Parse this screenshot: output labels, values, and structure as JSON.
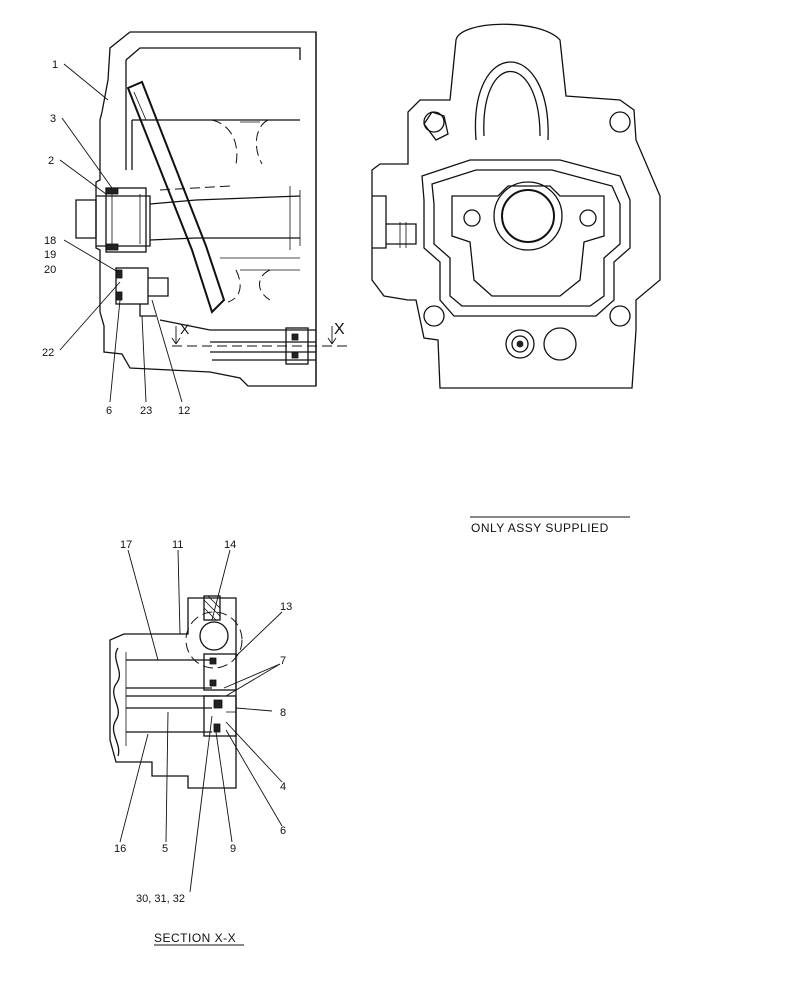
{
  "captions": {
    "only_assy": "ONLY ASSY SUPPLIED",
    "section": "SECTION  X-X"
  },
  "section_marks": {
    "left": "X",
    "right": "X"
  },
  "top_view_labels": {
    "l1": "1",
    "l3": "3",
    "l2": "2",
    "l18": "18",
    "l19": "19",
    "l20": "20",
    "l22": "22",
    "l6": "6",
    "l23": "23",
    "l12": "12"
  },
  "section_labels": {
    "l17": "17",
    "l11": "11",
    "l14": "14",
    "l13": "13",
    "l7": "7",
    "l8": "8",
    "l4": "4",
    "l6": "6",
    "l16": "16",
    "l5": "5",
    "l9": "9",
    "l30": "30, 31, 32"
  }
}
